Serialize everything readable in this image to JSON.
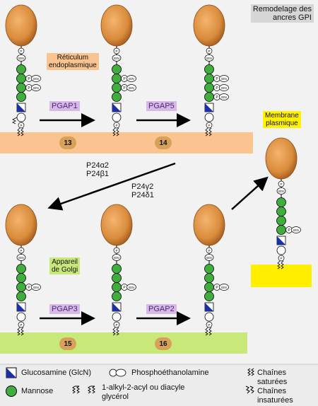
{
  "title": [
    "Remodelage des",
    "ancres GPI"
  ],
  "compartments": {
    "er": [
      "Réticulum",
      "endoplasmique"
    ],
    "pm": [
      "Membrane",
      "plasmique"
    ],
    "golgi": [
      "Appareil",
      "de Golgi"
    ]
  },
  "enzymes": [
    "PGAP1",
    "PGAP5",
    "PGAP3",
    "PGAP2"
  ],
  "steps": [
    "13",
    "14",
    "15",
    "16"
  ],
  "transport": [
    "P24α2",
    "P24β1",
    "P24γ2",
    "P24δ1"
  ],
  "pet_label": "PEtN",
  "p_label": "P",
  "legend": {
    "glcn": "Glucosamine (GlcN)",
    "petn": "Phosphoéthanolamine",
    "saturated": "Chaînes saturées",
    "mannose": "Mannose",
    "lipid": [
      "1-alkyl-2-acyl ou diacyle",
      "glycérol"
    ],
    "unsaturated": "Chaînes insaturées"
  },
  "colors": {
    "protein": "#d98c3c",
    "mannose": "#3fae3c",
    "glcn": "#1b2fa6",
    "er": "#f9c48f",
    "golgi": "#c9e87a",
    "pm": "#ffee00",
    "enzyme_bg": "#d8b8e6",
    "enzyme_text": "#4b2a73"
  }
}
